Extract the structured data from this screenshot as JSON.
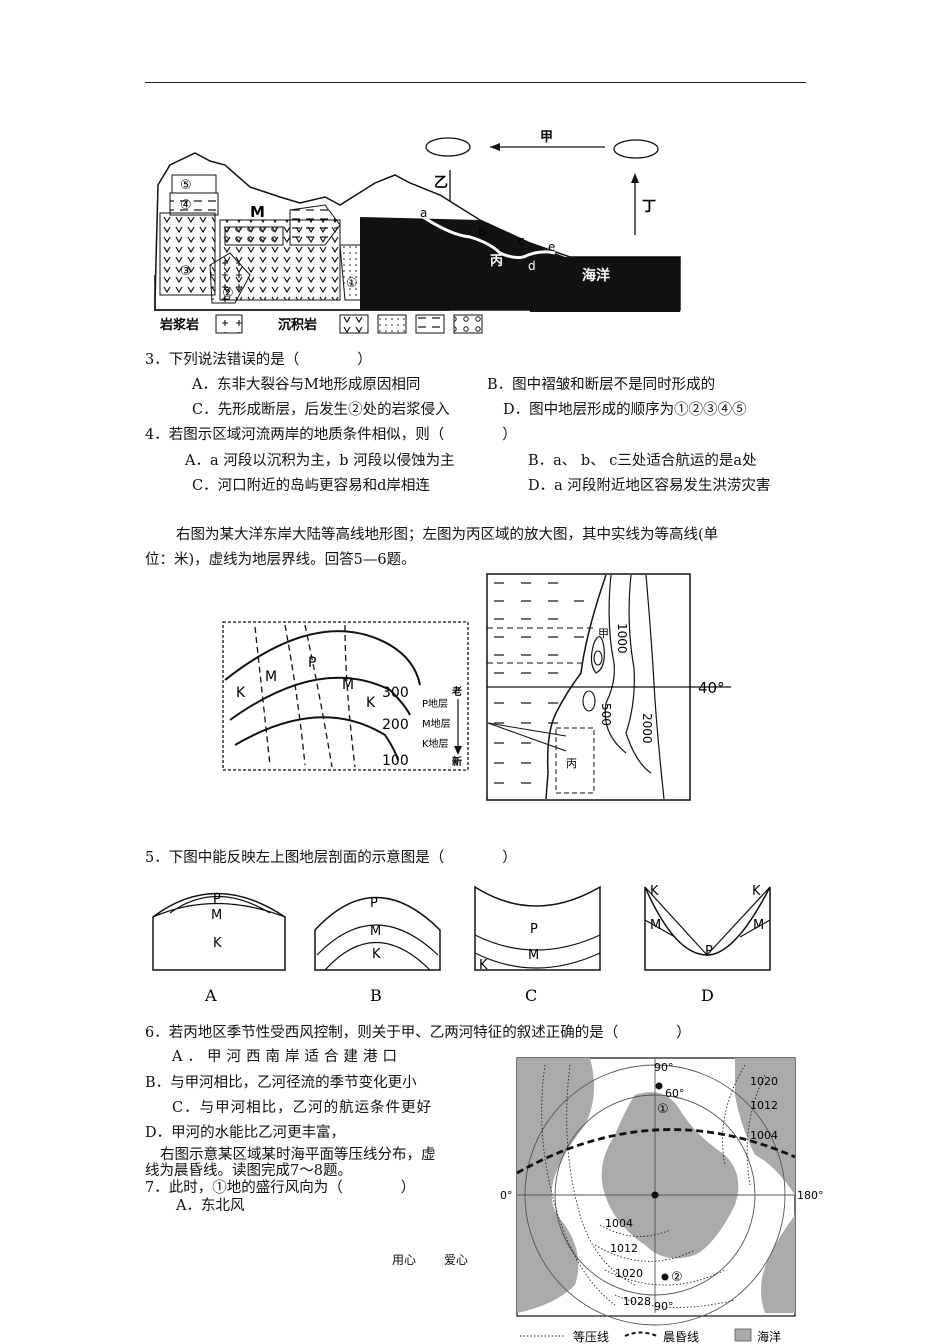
{
  "fig1": {
    "labels": {
      "jia": "甲",
      "yi": "乙",
      "ding": "丁",
      "bing": "丙",
      "ocean": "海洋",
      "M": "M",
      "a": "a",
      "b": "b",
      "c": "c",
      "d": "d",
      "e": "e",
      "n1": "①",
      "n2": "②",
      "n3": "③",
      "n4": "④",
      "n5": "⑤"
    },
    "legend": {
      "igneous": "岩浆岩",
      "sedimentary": "沉积岩"
    }
  },
  "q3": {
    "stem": "3．下列说法错误的是（　　　　）",
    "A": "A．东非大裂谷与M地形成原因相同",
    "B": "B．图中褶皱和断层不是同时形成的",
    "C": "C．先形成断层，后发生②处的岩浆侵入",
    "D": "D．图中地层形成的顺序为①②③④⑤"
  },
  "q4": {
    "stem": "4．若图示区域河流两岸的地质条件相似，则（　　　　）",
    "A": "A．a 河段以沉积为主，b 河段以侵蚀为主",
    "B": "B．a、 b、 c三处适合航运的是a处",
    "C": "C．河口附近的岛屿更容易和d岸相连",
    "D": "D．a 河段附近地区容易发生洪涝灾害"
  },
  "intro56": {
    "line1": "右图为某大洋东岸大陆等高线地形图；左图为丙区域的放大图，其中实线为等高线(单",
    "line2": "位：米)，虚线为地层界线。回答5—6题。"
  },
  "fig2": {
    "left": {
      "K1": "K",
      "M1": "M",
      "P": "P",
      "M2": "M",
      "K2": "K",
      "c300": "300",
      "c200": "200",
      "c100": "100"
    },
    "legend": {
      "old": "老",
      "p": "P地层",
      "m": "M地层",
      "k": "K地层",
      "new": "新"
    },
    "right": {
      "jia": "甲",
      "c1000": "1000",
      "c500": "500",
      "c2000": "2000",
      "bing": "丙",
      "lat": "40°"
    }
  },
  "q5": {
    "stem": "5．下图中能反映左上图地层剖面的示意图是（　　　　）",
    "opts": [
      "A",
      "B",
      "C",
      "D"
    ],
    "P": "P",
    "M": "M",
    "K": "K"
  },
  "q6": {
    "stem": "6．若丙地区季节性受西风控制，则关于甲、乙两河特征的叙述正确的是（　　　　）",
    "A": "A．甲河西南岸适合建港口",
    "B": "B．与甲河相比，乙河径流的季节变化更小",
    "C": "C．与甲河相比，乙河的航运条件更好",
    "D": "D．甲河的水能比乙河更丰富，"
  },
  "intro78": {
    "line1": "右图示意某区域某时海平面等压线分布，虚",
    "line2": "线为晨昏线。读图完成7～8题。"
  },
  "q7": {
    "stem": "7．此时，①地的盛行风向为（　　　　）",
    "A": "A．东北风"
  },
  "fig4": {
    "lon90top": "90°",
    "lat60": "60°",
    "p1": "①",
    "p2": "②",
    "lon0": "0°",
    "lon180": "180°",
    "lon90bot": "90°",
    "i1020a": "1020",
    "i1012a": "1012",
    "i1004a": "1004",
    "i1004b": "1004",
    "i1012b": "1012",
    "i1020b": "1020",
    "i1028": "1028"
  },
  "fig4_legend": {
    "isobar": "等压线",
    "terminator": "晨昏线",
    "ocean": "海洋"
  },
  "footer": {
    "left": "用心",
    "right": "爱心"
  }
}
